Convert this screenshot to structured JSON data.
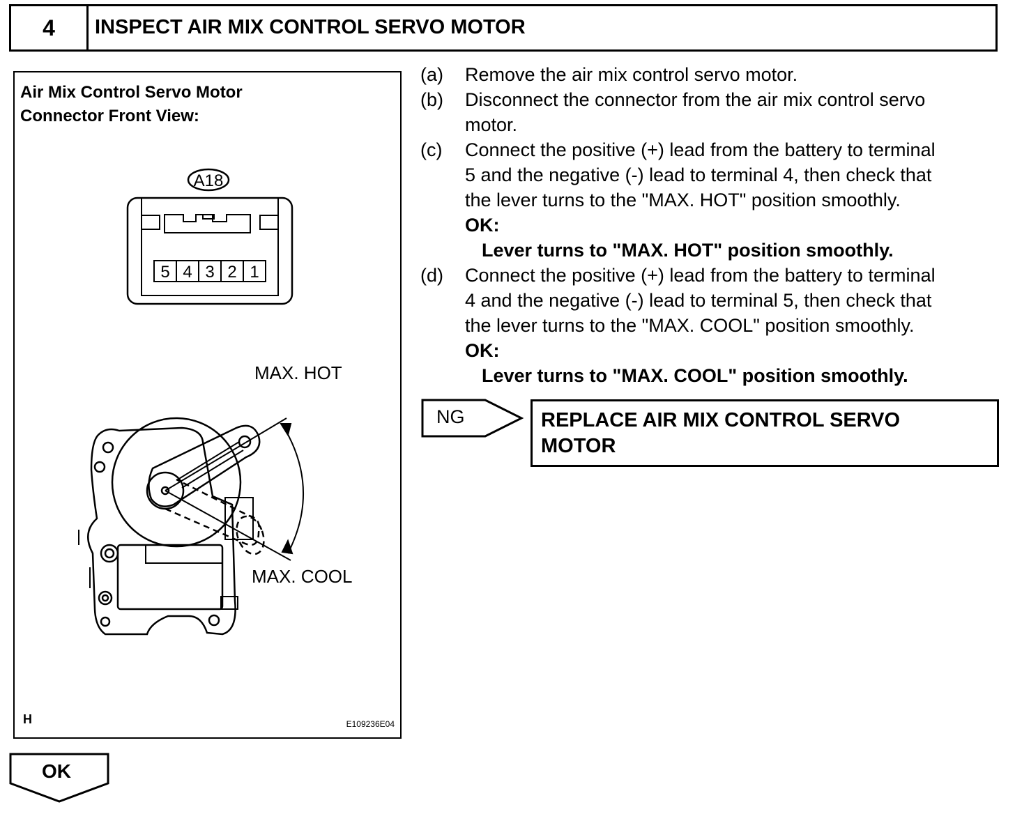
{
  "header": {
    "step_number": "4",
    "title": "INSPECT AIR MIX CONTROL SERVO MOTOR"
  },
  "figure": {
    "caption_line1": "Air Mix Control Servo Motor",
    "caption_line2": "Connector Front View:",
    "connector_id": "A18",
    "terminals": [
      "5",
      "4",
      "3",
      "2",
      "1"
    ],
    "label_max_hot": "MAX. HOT",
    "label_max_cool": "MAX. COOL",
    "corner_letter": "H",
    "figure_code": "E109236E04"
  },
  "steps": [
    {
      "letter": "(a)",
      "lines": [
        "Remove the air mix control servo motor."
      ]
    },
    {
      "letter": "(b)",
      "lines": [
        "Disconnect the connector from the air mix control servo",
        "motor."
      ]
    },
    {
      "letter": "(c)",
      "lines": [
        "Connect the positive (+) lead from the battery to terminal",
        "5 and the negative (-) lead to terminal 4, then check that",
        "the lever turns to the \"MAX. HOT\" position smoothly."
      ],
      "ok_label": "OK:",
      "ok_text": "Lever turns to \"MAX. HOT\" position smoothly."
    },
    {
      "letter": "(d)",
      "lines": [
        "Connect the positive (+) lead from the battery to terminal",
        "4 and the negative (-) lead to terminal 5, then check that",
        "the lever turns to the \"MAX. COOL\" position smoothly."
      ],
      "ok_label": "OK:",
      "ok_text": "Lever turns to \"MAX. COOL\" position smoothly."
    }
  ],
  "ng": {
    "label": "NG",
    "action_line1": "REPLACE AIR MIX CONTROL SERVO",
    "action_line2": "MOTOR"
  },
  "ok_button": {
    "label": "OK"
  }
}
